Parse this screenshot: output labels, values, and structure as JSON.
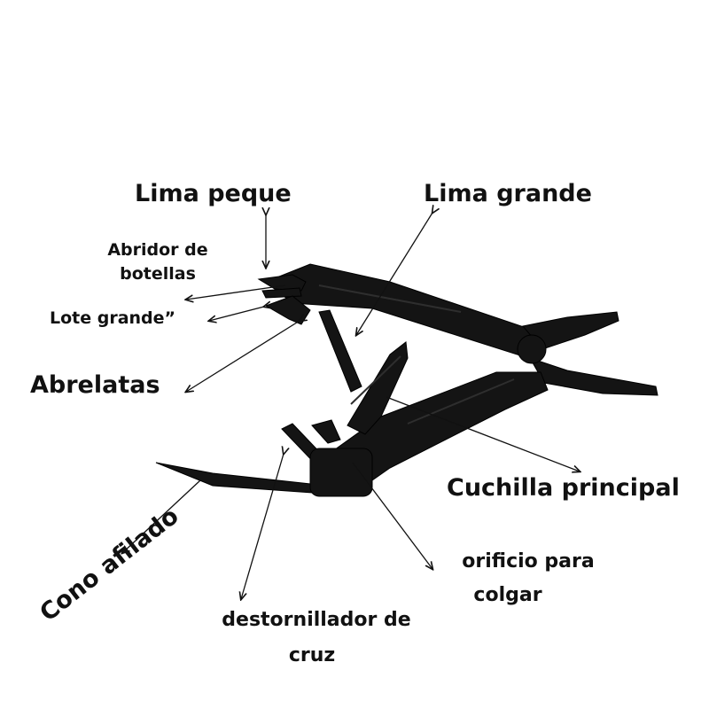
{
  "labels": {
    "lima_peque": "Lima peque",
    "lima_grande": "Lima grande",
    "abridor_1": "Abridor de",
    "abridor_2": "botellas",
    "lote_grande": "Lote grande”",
    "abrelatas": "Abrelatas",
    "cuchilla": "Cuchilla principal",
    "cono": "Cono afilado",
    "orificio_1": "orificio para",
    "orificio_2": "colgar",
    "destornillador_1": "destornillador de",
    "destornillador_2": "cruz"
  },
  "colors": {
    "tool": "#141414",
    "tool_highlight": "#2e2e2e",
    "arrow": "#111111",
    "text": "#111111"
  }
}
